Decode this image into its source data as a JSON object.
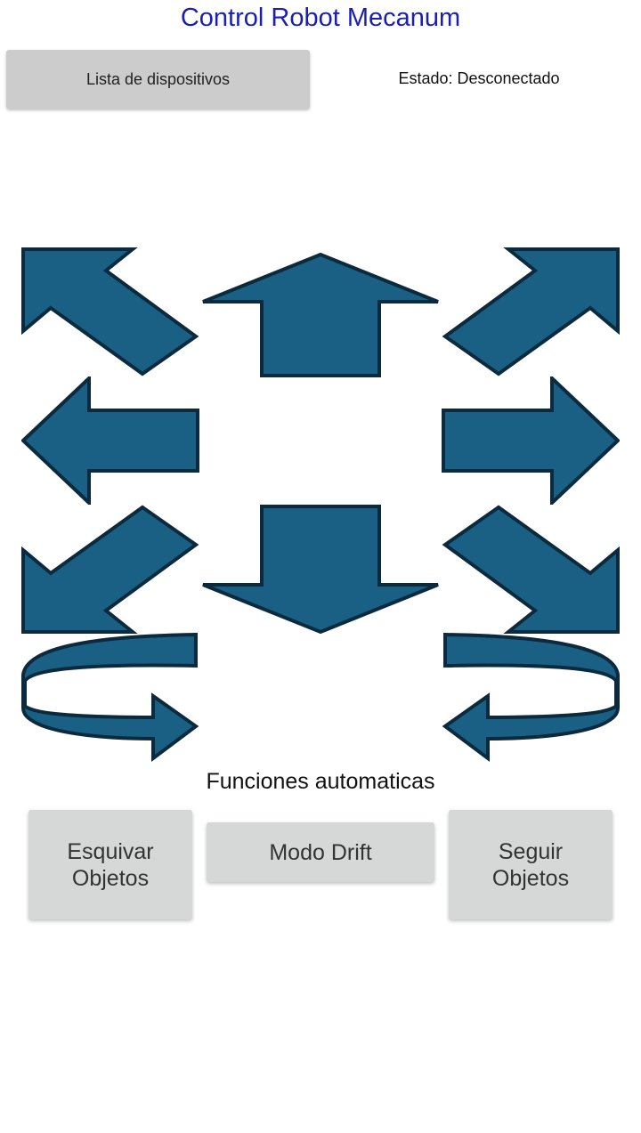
{
  "app": {
    "title": "Control Robot Mecanum"
  },
  "header": {
    "devices_button_label": "Lista de dispositivos",
    "status_text": "Estado: Desconectado"
  },
  "controls": {
    "arrow_color": "#1a6084",
    "arrow_outline": "#0c2a3d",
    "icons": [
      "arrow-up-left-icon",
      "arrow-up-icon",
      "arrow-up-right-icon",
      "arrow-left-icon",
      "arrow-right-icon",
      "arrow-down-left-icon",
      "arrow-down-icon",
      "arrow-down-right-icon",
      "rotate-left-icon",
      "rotate-right-icon"
    ]
  },
  "auto": {
    "section_title": "Funciones automaticas",
    "buttons": [
      {
        "line1": "Esquivar",
        "line2": "Objetos"
      },
      {
        "line1": "Modo Drift",
        "line2": ""
      },
      {
        "line1": "Seguir",
        "line2": "Objetos"
      }
    ]
  }
}
